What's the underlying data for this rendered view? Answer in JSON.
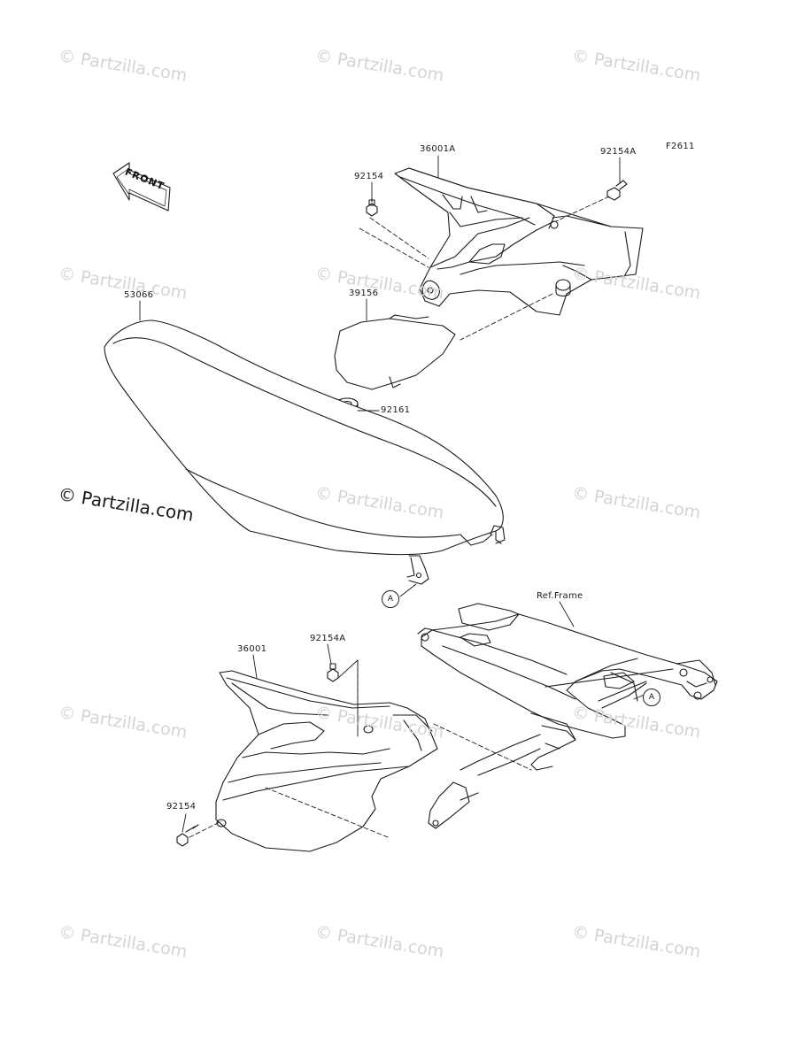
{
  "figure_code": "F2611",
  "front_label": "FRONT",
  "watermark_text": "© Partzilla.com",
  "ref_frame_label": "Ref.Frame",
  "ref_marker": "A",
  "parts": {
    "seat": "53066",
    "side_cover_left": "36001A",
    "side_cover_right": "36001",
    "bolt_upper_a": "92154A",
    "bolt_upper": "92154",
    "bolt_lower_a": "92154A",
    "bolt_lower": "92154",
    "pad": "39156",
    "grommet": "92161"
  }
}
